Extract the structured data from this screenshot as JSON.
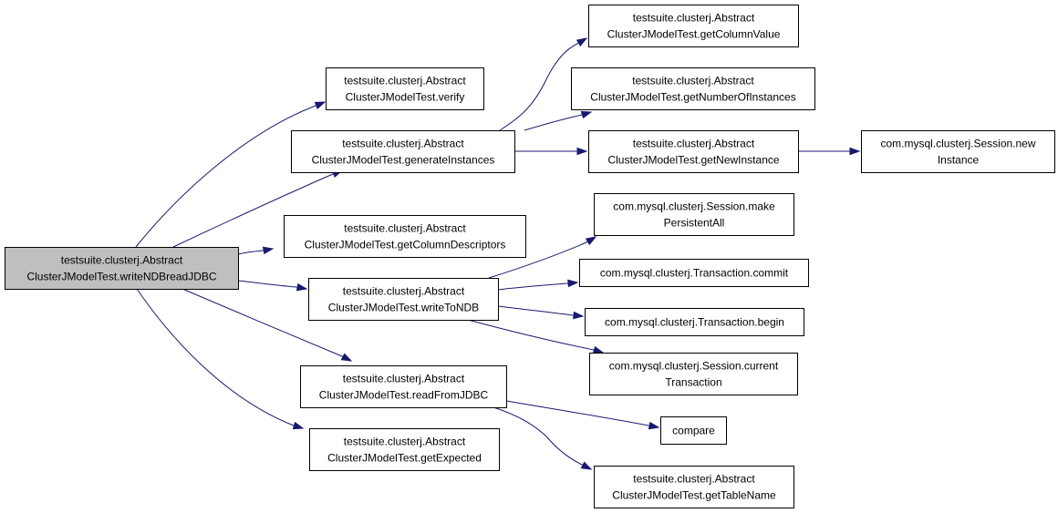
{
  "graph": {
    "colors": {
      "edge": "#191970",
      "root_fill": "#bfbfbf",
      "node_fill": "#ffffff",
      "border": "#000000"
    },
    "nodes": {
      "root": {
        "lines": [
          "testsuite.clusterj.Abstract",
          "ClusterJModelTest.writeNDBreadJDBC"
        ]
      },
      "verify": {
        "lines": [
          "testsuite.clusterj.Abstract",
          "ClusterJModelTest.verify"
        ]
      },
      "generateInstances": {
        "lines": [
          "testsuite.clusterj.Abstract",
          "ClusterJModelTest.generateInstances"
        ]
      },
      "getColumnDescriptors": {
        "lines": [
          "testsuite.clusterj.Abstract",
          "ClusterJModelTest.getColumnDescriptors"
        ]
      },
      "writeToNDB": {
        "lines": [
          "testsuite.clusterj.Abstract",
          "ClusterJModelTest.writeToNDB"
        ]
      },
      "readFromJDBC": {
        "lines": [
          "testsuite.clusterj.Abstract",
          "ClusterJModelTest.readFromJDBC"
        ]
      },
      "getExpected": {
        "lines": [
          "testsuite.clusterj.Abstract",
          "ClusterJModelTest.getExpected"
        ]
      },
      "getColumnValue": {
        "lines": [
          "testsuite.clusterj.Abstract",
          "ClusterJModelTest.getColumnValue"
        ]
      },
      "getNumberOfInstances": {
        "lines": [
          "testsuite.clusterj.Abstract",
          "ClusterJModelTest.getNumberOfInstances"
        ]
      },
      "getNewInstance": {
        "lines": [
          "testsuite.clusterj.Abstract",
          "ClusterJModelTest.getNewInstance"
        ]
      },
      "sessionNewInstance": {
        "lines": [
          "com.mysql.clusterj.Session.new",
          "Instance"
        ]
      },
      "makePersistentAll": {
        "lines": [
          "com.mysql.clusterj.Session.make",
          "PersistentAll"
        ]
      },
      "txCommit": {
        "lines": [
          "com.mysql.clusterj.Transaction.commit"
        ]
      },
      "txBegin": {
        "lines": [
          "com.mysql.clusterj.Transaction.begin"
        ]
      },
      "currentTransaction": {
        "lines": [
          "com.mysql.clusterj.Session.current",
          "Transaction"
        ]
      },
      "compare": {
        "lines": [
          "compare"
        ]
      },
      "getTableName": {
        "lines": [
          "testsuite.clusterj.Abstract",
          "ClusterJModelTest.getTableName"
        ]
      }
    }
  }
}
